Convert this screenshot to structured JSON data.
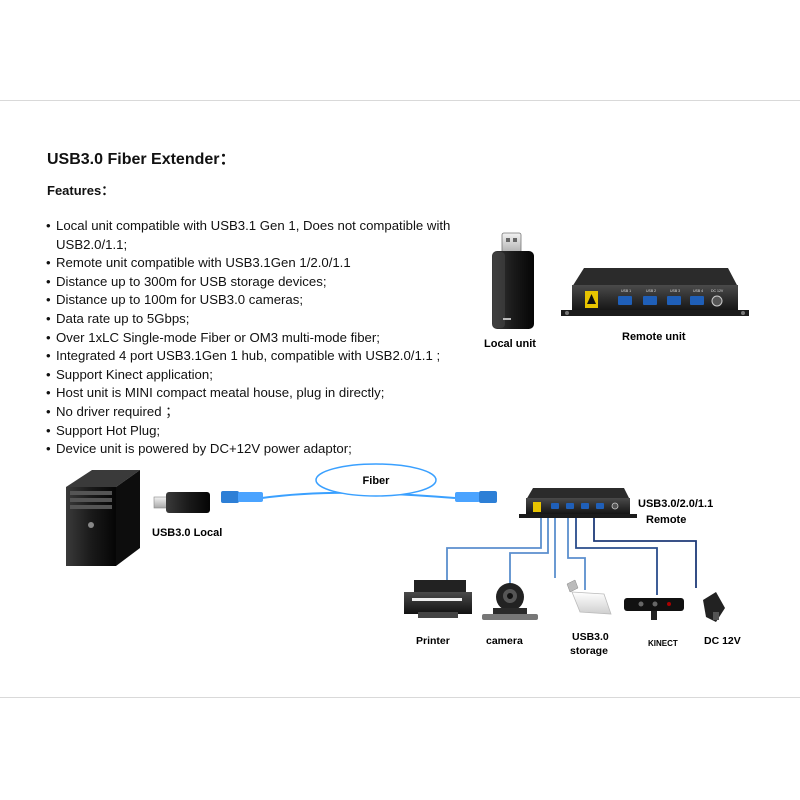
{
  "page": {
    "title": "USB3.0 Fiber Extender：",
    "features_heading": "Features：",
    "features": [
      "Local unit compatible with USB3.1 Gen 1, Does not compatible with USB2.0/1.1;",
      "Remote unit compatible with USB3.1Gen 1/2.0/1.1",
      "Distance up to 300m for USB storage devices;",
      "Distance up to 100m for USB3.0 cameras;",
      "Data rate up to 5Gbps;",
      "Over 1xLC Single-mode Fiber or OM3 multi-mode fiber;",
      "Integrated 4 port USB3.1Gen 1 hub, compatible with USB2.0/1.1 ;",
      "Support Kinect application;",
      "Host unit is MINI compact meatal house, plug in directly;",
      "No driver required ；",
      "Support Hot Plug;",
      "Device unit is powered by DC+12V power adaptor;"
    ]
  },
  "product_images": {
    "local_unit_label": "Local unit",
    "remote_unit_label": "Remote unit",
    "port_labels": [
      "USB 1",
      "USB 2",
      "USB 3",
      "USB 4"
    ],
    "dc_label": "DC 12V"
  },
  "diagram": {
    "fiber_label": "Fiber",
    "local_label": "USB3.0 Local",
    "remote_label_line1": "USB3.0/2.0/1.1",
    "remote_label_line2": "Remote",
    "devices": [
      {
        "label": "Printer"
      },
      {
        "label": "camera"
      },
      {
        "label_line1": "USB3.0",
        "label_line2": "storage"
      },
      {
        "label": "KINECT"
      },
      {
        "label": "DC 12V"
      }
    ]
  }
}
